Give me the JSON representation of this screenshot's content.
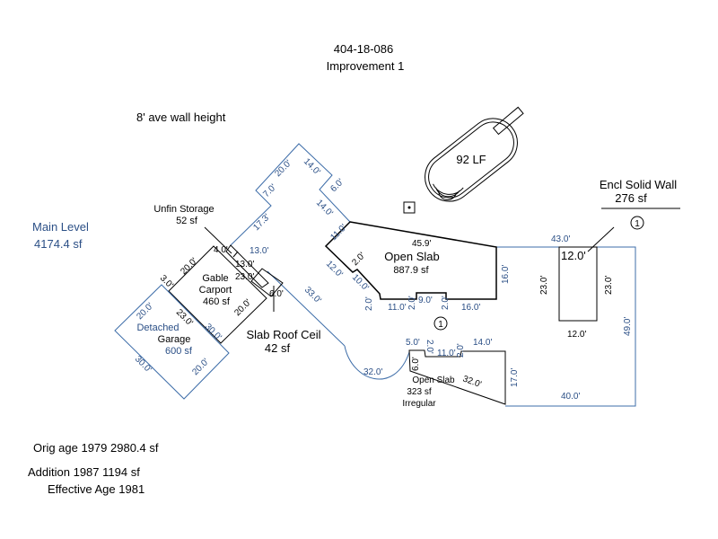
{
  "header": {
    "parcel": "404-18-086",
    "improvement": "Improvement 1"
  },
  "notes": {
    "wall_height": "8' ave wall height",
    "orig_age": "Orig age 1979  2980.4 sf",
    "addition": "Addition  1987  1194 sf",
    "effective_age": "Effective Age 1981"
  },
  "main_level": {
    "name": "Main Level",
    "area": "4174.4 sf"
  },
  "areas": {
    "unfin_storage": {
      "name": "Unfin Storage",
      "area": "52 sf"
    },
    "carport": {
      "name1": "Gable",
      "name2": "Carport",
      "area": "460 sf"
    },
    "garage": {
      "name1": "Detached",
      "name2": "Garage",
      "area": "600 sf"
    },
    "slab_roof": {
      "name": "Slab Roof Ceil",
      "area": "42 sf"
    },
    "open_slab_1": {
      "name": "Open Slab",
      "area": "887.9 sf"
    },
    "open_slab_2": {
      "name": "Open Slab",
      "area": "323 sf",
      "note": "Irregular"
    },
    "pool": {
      "name": "92 LF"
    },
    "encl_wall": {
      "name": "Encl Solid Wall",
      "area": "276 sf"
    }
  },
  "markers": {
    "circle_1": "1"
  },
  "dims": {
    "d20a": "20.0'",
    "d14a": "14.0'",
    "d6a": "6.0'",
    "d7": "7.0'",
    "d14b": "14.0'",
    "d11a": "11.0'",
    "d173": "17.3'",
    "d13a": "13.0'",
    "d13b": "13.0'",
    "d4a": "4.0'",
    "d23a": "23.0'",
    "d20b": "20.0'",
    "d3": "3.0'",
    "d23b": "23.0'",
    "d20c": "20.0'",
    "d20d": "20.0'",
    "d30a": "30.0'",
    "d30b": "30.0'",
    "d20e": "20.0'",
    "d6b": "6.0'",
    "d33": "33.0'",
    "d12a": "12.0'",
    "d2a": "2.0'",
    "d10": "10.0'",
    "d2b": "2.0'",
    "d11b": "11.0'",
    "d2c": "2.0'",
    "d9": "9.0'",
    "d2d": "2.0'",
    "d16a": "16.0'",
    "d459": "45.9'",
    "d16b": "16.0'",
    "d43": "43.0'",
    "d12b": "12.0'",
    "d23c": "23.0'",
    "d23d": "23.0'",
    "d12c": "12.0'",
    "d49": "49.0'",
    "d40": "40.0'",
    "d32a": "32.0'",
    "d5": "5.0'",
    "d2e": "2.0'",
    "d11c": "11.0'",
    "d2f": "2.0'",
    "d14c": "14.0'",
    "d6c": "6.0'",
    "d32b": "32.0'",
    "d17": "17.0'"
  },
  "colors": {
    "outline_blue": "#3c6ca8",
    "text_blue": "#2b4f86"
  }
}
